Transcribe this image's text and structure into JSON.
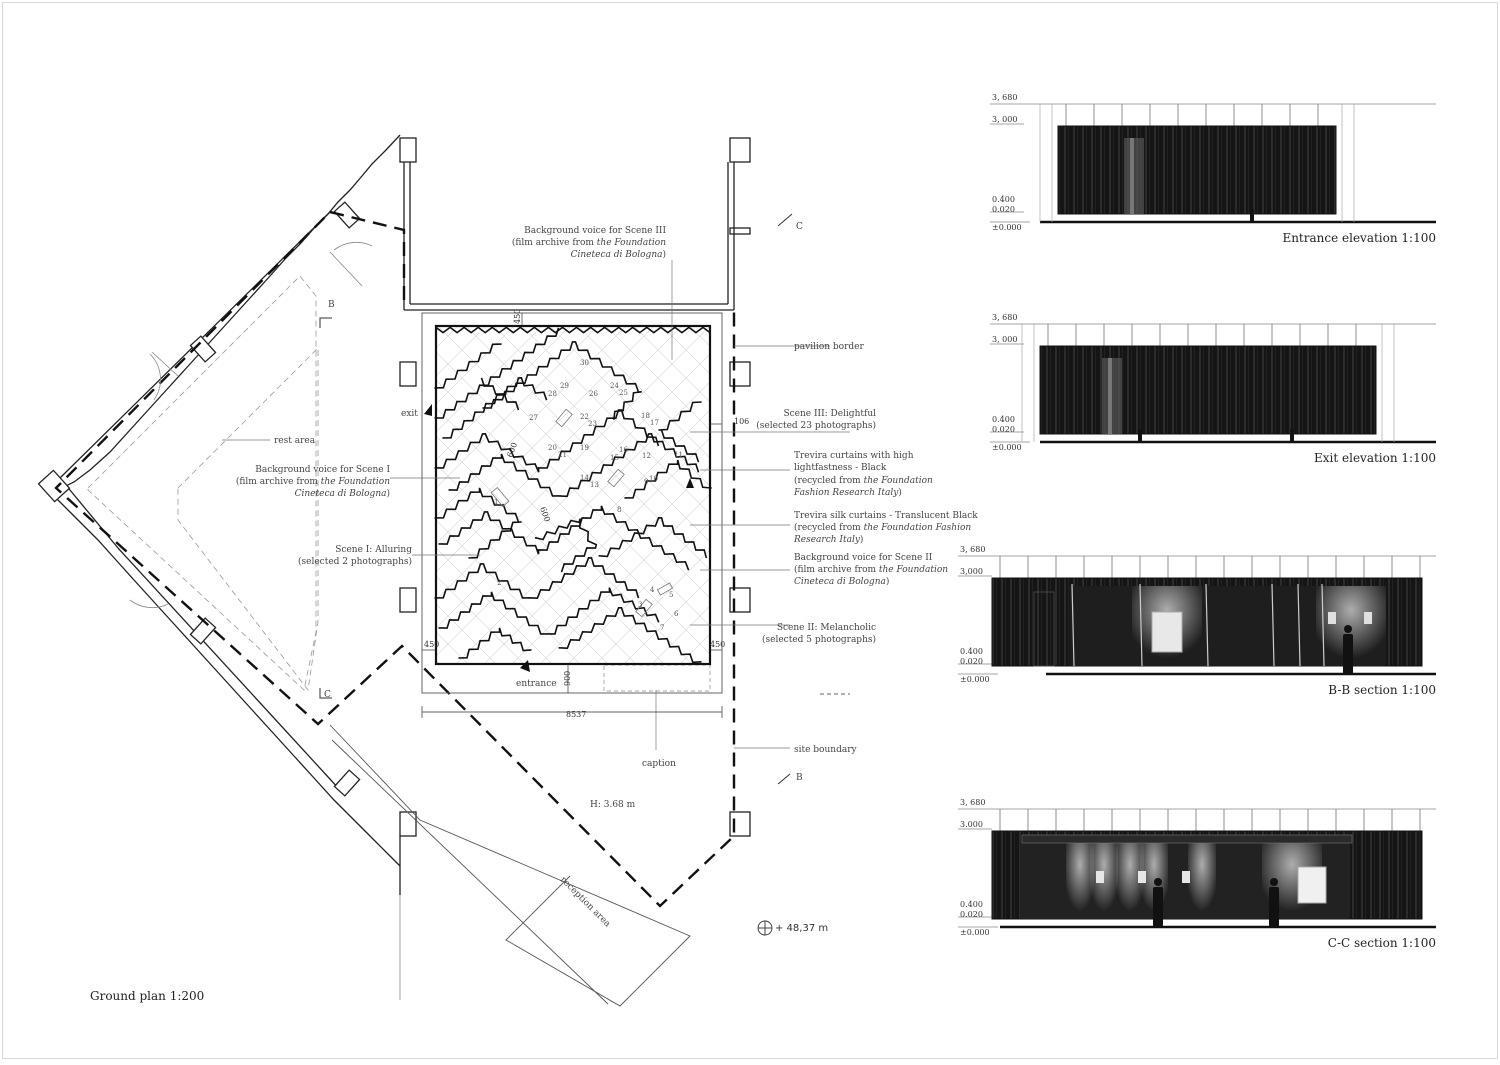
{
  "ground_plan": {
    "title": "Ground plan 1:200",
    "labels": {
      "rest_area": "rest area",
      "reception_area": "reception area",
      "exit": "exit",
      "entrance": "entrance",
      "caption": "caption",
      "height": "H: 3.68 m",
      "elevation_mark": "+ 48,37 m",
      "pavilion_border": "pavilion border",
      "site_boundary": "site boundary",
      "section_b": "B",
      "section_c": "C"
    },
    "dimensions": {
      "width": "8537",
      "left_gap": "450",
      "right_gap": "450",
      "bottom_gap": "900",
      "top_gap": "450",
      "side_gap": "106",
      "inner_a": "600",
      "inner_b": "600"
    },
    "annotations": {
      "voice_scene_3": [
        "Background voice for Scene III",
        "(film archive from ",
        "the Foundation",
        "Cineteca di Bologna",
        ")"
      ],
      "voice_scene_1": [
        "Background voice for Scene I",
        "(film archive from ",
        "the Foundation",
        "Cineteca di Bologna",
        ")"
      ],
      "scene_1": [
        "Scene I: Alluring",
        "(selected 2 photographs)"
      ],
      "scene_3": [
        "Scene III: Delightful",
        "(selected 23 photographs)"
      ],
      "curtains_black": [
        "Trevira curtains with high",
        "lightfastness - Black",
        "(recycled from ",
        "the Foundation",
        "Fashion Research Italy",
        ")"
      ],
      "curtains_silk": [
        "Trevira silk curtains - Translucent Black",
        "(recycled from ",
        "the Foundation Fashion",
        "Research Italy",
        ")"
      ],
      "voice_scene_2": [
        "Background voice for Scene II",
        "(film archive from ",
        "the Foundation",
        "Cineteca di Bologna",
        ")"
      ],
      "scene_2": [
        "Scene II: Melancholic",
        "(selected 5 photographs)"
      ]
    },
    "photo_numbers": [
      "1",
      "2",
      "3",
      "4",
      "5",
      "6",
      "7",
      "8",
      "9",
      "10",
      "11",
      "12",
      "13",
      "14",
      "15",
      "16",
      "17",
      "18",
      "19",
      "20",
      "21",
      "22",
      "23",
      "24",
      "25",
      "26",
      "27",
      "28",
      "29",
      "30"
    ]
  },
  "elevations": [
    {
      "title": "Entrance elevation 1:100",
      "levels": [
        "3, 680",
        "3, 000",
        "0.400",
        "0.020",
        "±0.000"
      ]
    },
    {
      "title": "Exit elevation 1:100",
      "levels": [
        "3, 680",
        "3, 000",
        "0.400",
        "0.020",
        "±0.000"
      ]
    },
    {
      "title": "B-B section 1:100",
      "levels": [
        "3, 680",
        "3,000",
        "0.400",
        "0.020",
        "±0.000"
      ]
    },
    {
      "title": "C-C section 1:100",
      "levels": [
        "3, 680",
        "3.000",
        "0.400",
        "0.020",
        "±0.000"
      ]
    }
  ]
}
